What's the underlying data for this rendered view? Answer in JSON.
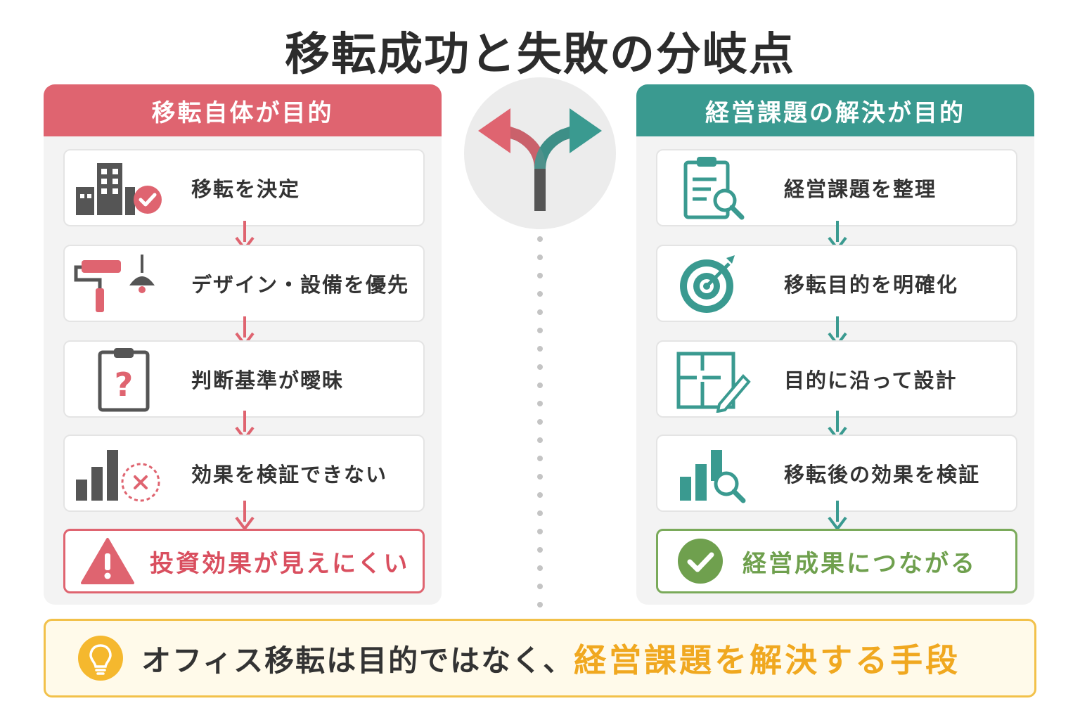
{
  "title": "移転成功と失敗の分岐点",
  "left": {
    "header": "移転自体が目的",
    "steps": [
      {
        "label": "移転を決定",
        "icon": "building-check-icon"
      },
      {
        "label": "デザイン・設備を優先",
        "icon": "paint-roller-lamp-icon"
      },
      {
        "label": "判断基準が曖昧",
        "icon": "clipboard-question-icon"
      },
      {
        "label": "効果を検証できない",
        "icon": "chart-cross-icon"
      }
    ],
    "result": "投資効果が見えにくい",
    "result_icon": "warning-icon",
    "color": "#df6470"
  },
  "right": {
    "header": "経営課題の解決が目的",
    "steps": [
      {
        "label": "経営課題を整理",
        "icon": "clipboard-search-icon"
      },
      {
        "label": "移転目的を明確化",
        "icon": "target-icon"
      },
      {
        "label": "目的に沿って設計",
        "icon": "floorplan-pencil-icon"
      },
      {
        "label": "移転後の効果を検証",
        "icon": "chart-search-icon"
      }
    ],
    "result": "経営成果につながる",
    "result_icon": "check-circle-icon",
    "color": "#3a9a90"
  },
  "center_icon": "fork-arrow-icon",
  "bottom": {
    "icon": "lightbulb-icon",
    "text_main": "オフィス移転は目的ではなく、",
    "text_highlight": "経営課題を解決する手段"
  }
}
